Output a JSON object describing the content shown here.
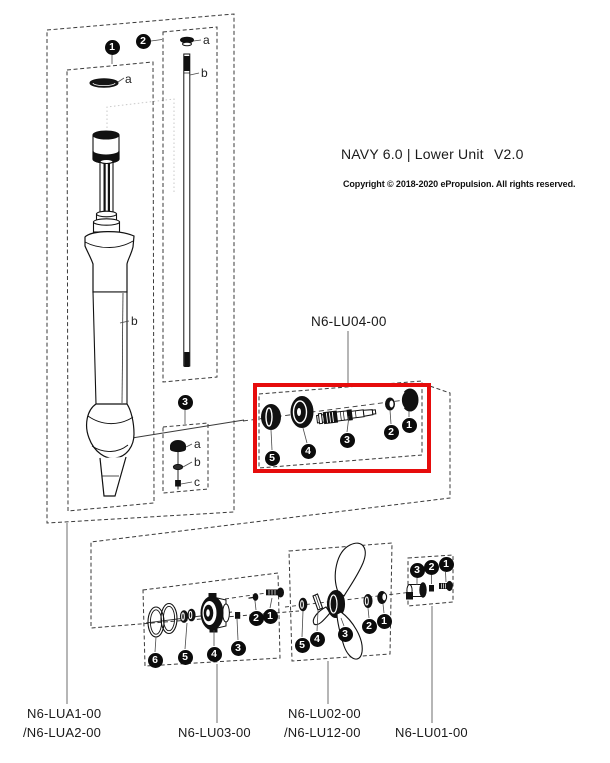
{
  "header": {
    "product": "NAVY 6.0 | Lower Unit",
    "version": "V2.0",
    "copyright": "Copyright © 2018-2020 ePropulsion. All rights reserved."
  },
  "part_labels": {
    "lu04": "N6-LU04-00",
    "lua1": "N6-LUA1-00",
    "lua2": "/N6-LUA2-00",
    "lu03": "N6-LU03-00",
    "lu02": "N6-LU02-00",
    "lu12": "/N6-LU12-00",
    "lu01": "N6-LU01-00"
  },
  "callouts": {
    "upper": [
      "1",
      "2",
      "3"
    ],
    "lu04": [
      "5",
      "4",
      "3",
      "2",
      "1"
    ],
    "lu03": [
      "6",
      "5",
      "4",
      "3",
      "2",
      "1"
    ],
    "lu02": [
      "5",
      "4",
      "3",
      "2",
      "1"
    ],
    "lu01": [
      "3",
      "2",
      "1"
    ]
  },
  "letters": {
    "leg": [
      "a",
      "b"
    ],
    "driveshaft": [
      "a",
      "b"
    ],
    "hardware": [
      "a",
      "b",
      "c"
    ]
  },
  "colors": {
    "highlight": "#e60c0c",
    "line": "#2b2b2b"
  }
}
